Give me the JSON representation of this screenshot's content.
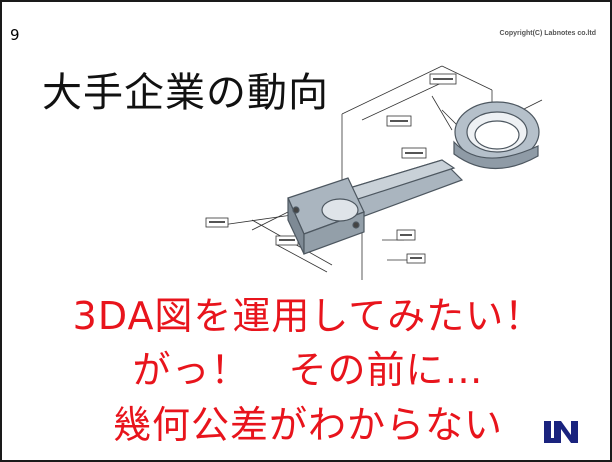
{
  "slide": {
    "page_number": "9",
    "copyright": "Copyright(C) Labnotes co.ltd",
    "title": "大手企業の動向",
    "messages": [
      "3DA図を運用してみたい！",
      "がっ！　その前に…",
      "幾何公差がわからない"
    ],
    "logo": "labnotes-logo-icon",
    "colors": {
      "accent": "#e8141c",
      "text": "#111111",
      "part": "#b9c3cc"
    }
  }
}
